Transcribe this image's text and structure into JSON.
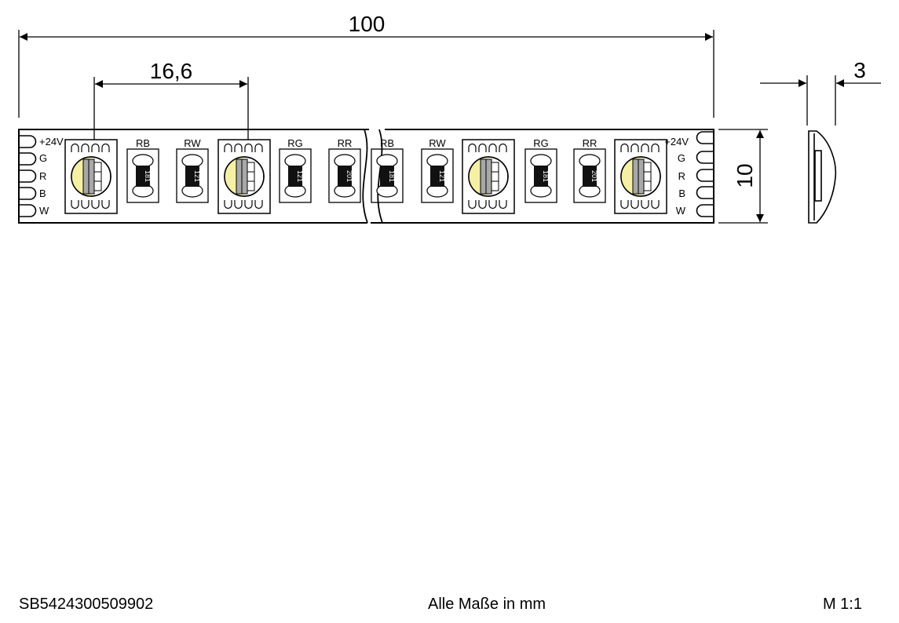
{
  "dimensions": {
    "total_length": "100",
    "segment_pitch": "16,6",
    "width": "10",
    "height": "3"
  },
  "terminals": {
    "plus": "+24V",
    "labels": [
      "G",
      "R",
      "B",
      "W"
    ]
  },
  "strip_left": {
    "components": [
      {
        "type": "led"
      },
      {
        "type": "resistor",
        "label": "RB",
        "code": "181"
      },
      {
        "type": "resistor",
        "label": "RW",
        "code": "121"
      },
      {
        "type": "led"
      },
      {
        "type": "resistor",
        "label": "RG",
        "code": "121"
      },
      {
        "type": "resistor",
        "label": "RR",
        "code": "201"
      }
    ]
  },
  "strip_right": {
    "components": [
      {
        "type": "resistor",
        "label": "RB",
        "code": "181"
      },
      {
        "type": "resistor",
        "label": "RW",
        "code": "121"
      },
      {
        "type": "led"
      },
      {
        "type": "resistor",
        "label": "RG",
        "code": "181"
      },
      {
        "type": "resistor",
        "label": "RR",
        "code": "201"
      },
      {
        "type": "led"
      }
    ]
  },
  "colors": {
    "line": "#000000",
    "led_warm": "#f6f0a4",
    "led_white": "#ffffff",
    "led_cells": "#a8a8a8",
    "resistor_body": "#111111"
  },
  "footer": {
    "article_number": "SB5424300509902",
    "units_note": "Alle Maße in mm",
    "scale": "M 1:1"
  }
}
